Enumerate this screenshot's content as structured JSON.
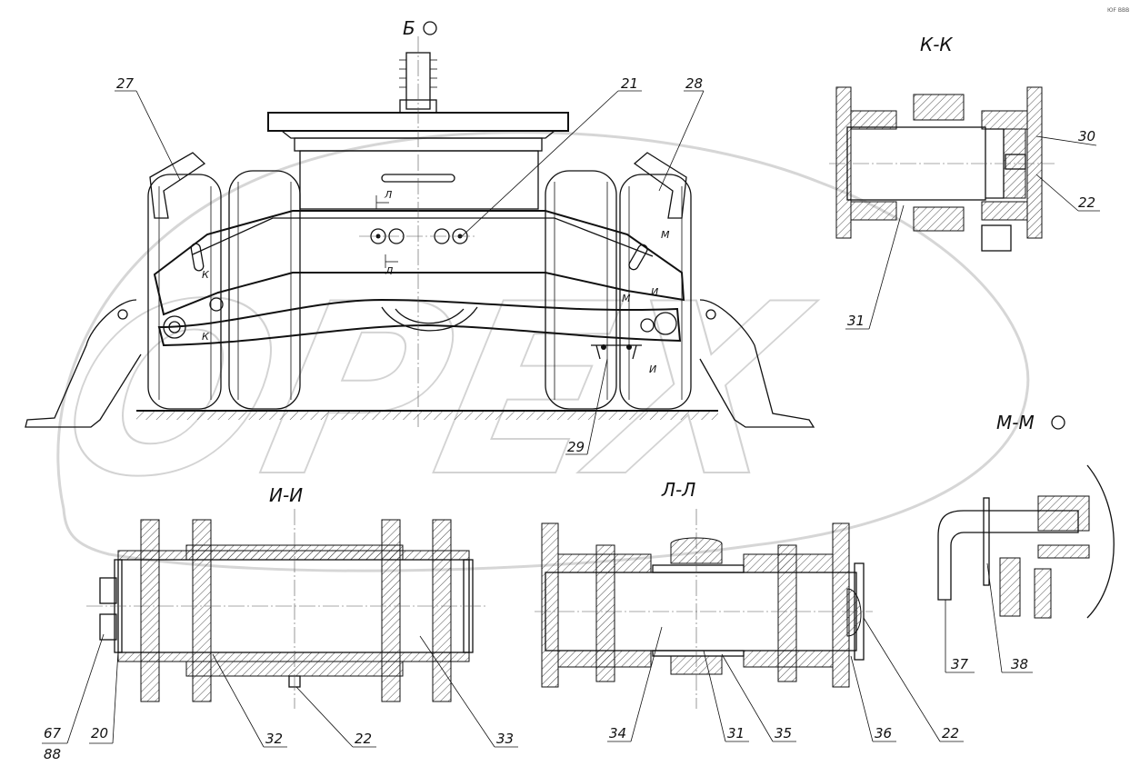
{
  "watermark": "ОРЕХ",
  "corner_mark": "ЮF ВВВ",
  "view_titles": {
    "b": "Б",
    "k_k": "К-К",
    "m_m": "М-М",
    "i_i": "И-И",
    "l_l": "Л-Л"
  },
  "section_marks": {
    "l": "Л",
    "k": "К",
    "m": "М",
    "i": "И"
  },
  "callouts": {
    "p27": "27",
    "p21": "21",
    "p28": "28",
    "p29": "29",
    "p30": "30",
    "p22_kk": "22",
    "p31_kk": "31",
    "p67": "67",
    "p88": "88",
    "p20": "20",
    "p32": "32",
    "p22_ii": "22",
    "p33": "33",
    "p34": "34",
    "p31_ll": "31",
    "p35": "35",
    "p36": "36",
    "p22_ll": "22",
    "p37": "37",
    "p38": "38"
  }
}
